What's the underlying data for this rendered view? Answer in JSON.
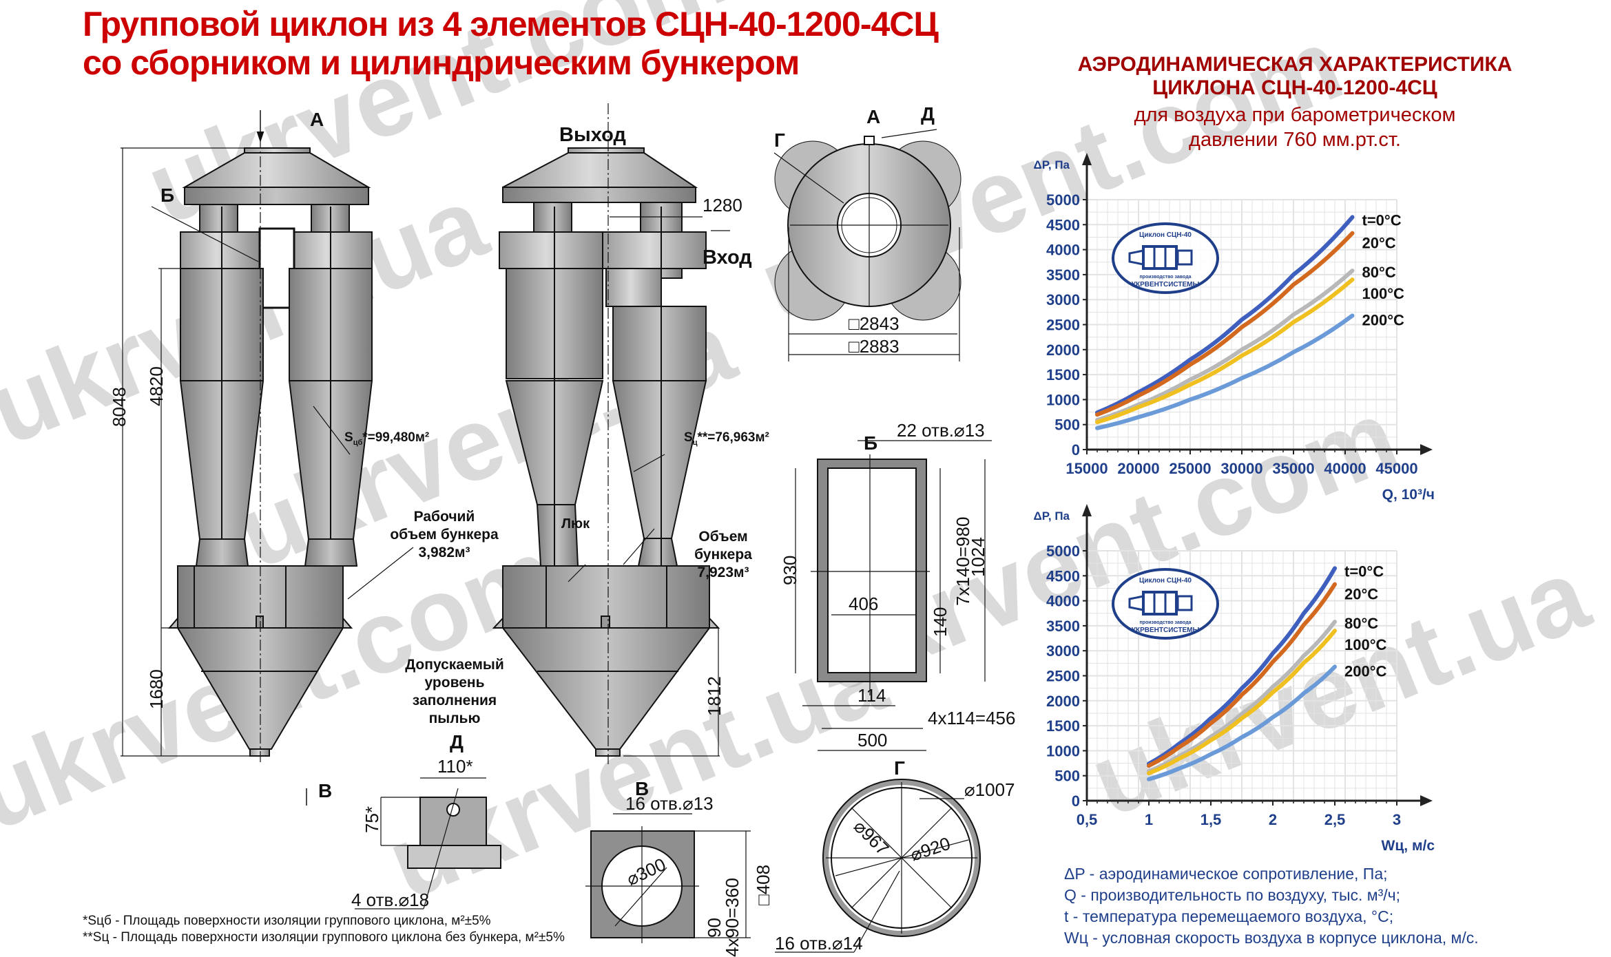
{
  "header": {
    "title_line1": "Групповой циклон из 4 элементов СЦН-40-1200-4СЦ",
    "title_line2": "со сборником и цилиндрическим бункером"
  },
  "chart_header": {
    "line1": "АЭРОДИНАМИЧЕСКАЯ  ХАРАКТЕРИСТИКА",
    "line2": "ЦИКЛОНА СЦН-40-1200-4СЦ",
    "line3": "для воздуха при барометрическом",
    "line4": "давлении 760 мм.рт.ст."
  },
  "watermark": "ukrvent.com",
  "watermark2": "ukrvent.ua",
  "logo": {
    "top_text": "Циклон СЦН-40",
    "bottom_text1": "производство завода",
    "bottom_text2": "УКРВЕНТСИСТЕМЫ"
  },
  "drawing": {
    "front_view": {
      "label_A": "А",
      "label_B_top": "Б",
      "label_V": "В",
      "dim_total": "8048",
      "dim_body": "4820",
      "dim_bunker": "1680",
      "s_cb": "S",
      "s_cb_sub": "цб",
      "s_cb_val": "*=99,480м²",
      "work_volume": [
        "Рабочий",
        "объем бункера",
        "3,982м³"
      ],
      "allowed_level": [
        "Допускаемый",
        "уровень",
        "заполнения",
        "пылью"
      ]
    },
    "side_view": {
      "outlet": "Выход",
      "inlet": "Вход",
      "dim_1280": "1280",
      "dim_1812": "1812",
      "hatch": "Люк",
      "s_c": "S",
      "s_c_sub": "ц",
      "s_c_val": "**=76,963м²",
      "bunker_volume": [
        "Объем бункера",
        "7,923м³"
      ]
    },
    "top_view": {
      "label_A": "А",
      "label_G": "Г",
      "label_D": "Д",
      "dim_inner": "□2843",
      "dim_outer": "□2883"
    },
    "section_B": {
      "label": "Б",
      "holes": "22 отв.⌀13",
      "dim_930": "930",
      "dim_980": "7x140=980",
      "dim_1024": "1024",
      "dim_406": "406",
      "dim_140": "140",
      "dim_114": "114",
      "dim_456": "4x114=456",
      "dim_500": "500"
    },
    "section_D": {
      "label": "Д",
      "dim_110": "110*",
      "dim_75": "75*",
      "holes": "4 отв.⌀18"
    },
    "section_V": {
      "label": "В",
      "holes": "16 отв.⌀13",
      "dim_300": "⌀300",
      "dim_360": "4x90=360",
      "dim_90": "90",
      "dim_408": "□408"
    },
    "section_G": {
      "label": "Г",
      "dim_1007": "⌀1007",
      "dim_967": "⌀967",
      "dim_920": "⌀920",
      "holes": "16 отв.⌀14"
    },
    "footnotes": [
      "*Sцб - Площадь поверхности изоляции группового циклона, м²±5%",
      "**Sц - Площадь поверхности изоляции группового циклона без бункера, м²±5%"
    ]
  },
  "legend_notes": [
    "ΔP - аэродинамическое сопротивление, Па;",
    "Q - производительность по воздуху, тыс. м³/ч;",
    "t - температура перемещаемого воздуха, °C;",
    "Wц - условная скорость воздуха в корпусе циклона, м/с."
  ],
  "chart_data": [
    {
      "type": "line",
      "title": "Аэродинамическая характеристика циклона СЦН-40-1200-4СЦ (ΔP от Q)",
      "xlabel": "Q, 10³/ч",
      "ylabel": "ΔP, Па",
      "xlim": [
        15000,
        45000
      ],
      "ylim": [
        0,
        5000
      ],
      "x_ticks": [
        "15000",
        "20000",
        "25000",
        "30000",
        "35000",
        "40000",
        "45000"
      ],
      "y_ticks": [
        "0",
        "500",
        "1000",
        "1500",
        "2000",
        "2500",
        "3000",
        "3500",
        "4000",
        "4500",
        "5000"
      ],
      "grid": true,
      "legend_position": "right-end labels",
      "x": [
        16000,
        20000,
        25000,
        30000,
        35000,
        40700
      ],
      "series": [
        {
          "name": "t=0°C",
          "color": "#3f5fbf",
          "values": [
            740,
            1150,
            1800,
            2600,
            3500,
            4650
          ]
        },
        {
          "name": "20°C",
          "color": "#d2691e",
          "values": [
            700,
            1080,
            1700,
            2450,
            3300,
            4330
          ]
        },
        {
          "name": "80°C",
          "color": "#b8b8b8",
          "values": [
            590,
            900,
            1400,
            2000,
            2700,
            3580
          ]
        },
        {
          "name": "100°C",
          "color": "#f0c020",
          "values": [
            550,
            850,
            1300,
            1880,
            2550,
            3400
          ]
        },
        {
          "name": "200°C",
          "color": "#6a9ad8",
          "values": [
            430,
            650,
            1000,
            1430,
            1950,
            2680
          ]
        }
      ]
    },
    {
      "type": "line",
      "title": "Аэродинамическая характеристика циклона СЦН-40-1200-4СЦ (ΔP от Wц)",
      "xlabel": "Wц, м/с",
      "ylabel": "ΔP, Па",
      "xlim": [
        0.5,
        3
      ],
      "ylim": [
        0,
        5000
      ],
      "x_ticks": [
        "0,5",
        "1",
        "1,5",
        "2",
        "2,5",
        "3"
      ],
      "y_ticks": [
        "0",
        "500",
        "1000",
        "1500",
        "2000",
        "2500",
        "3000",
        "3500",
        "4000",
        "4500",
        "5000"
      ],
      "grid": true,
      "legend_position": "right-end labels",
      "x": [
        1.0,
        1.25,
        1.5,
        1.75,
        2.0,
        2.25,
        2.5
      ],
      "series": [
        {
          "name": "t=0°C",
          "color": "#3f5fbf",
          "values": [
            740,
            1150,
            1650,
            2250,
            2950,
            3750,
            4650
          ]
        },
        {
          "name": "20°C",
          "color": "#d2691e",
          "values": [
            700,
            1080,
            1550,
            2120,
            2780,
            3520,
            4330
          ]
        },
        {
          "name": "80°C",
          "color": "#b8b8b8",
          "values": [
            590,
            900,
            1280,
            1740,
            2280,
            2900,
            3580
          ]
        },
        {
          "name": "100°C",
          "color": "#f0c020",
          "values": [
            550,
            850,
            1210,
            1650,
            2170,
            2760,
            3400
          ]
        },
        {
          "name": "200°C",
          "color": "#6a9ad8",
          "values": [
            430,
            650,
            930,
            1270,
            1670,
            2150,
            2680
          ]
        }
      ]
    }
  ]
}
